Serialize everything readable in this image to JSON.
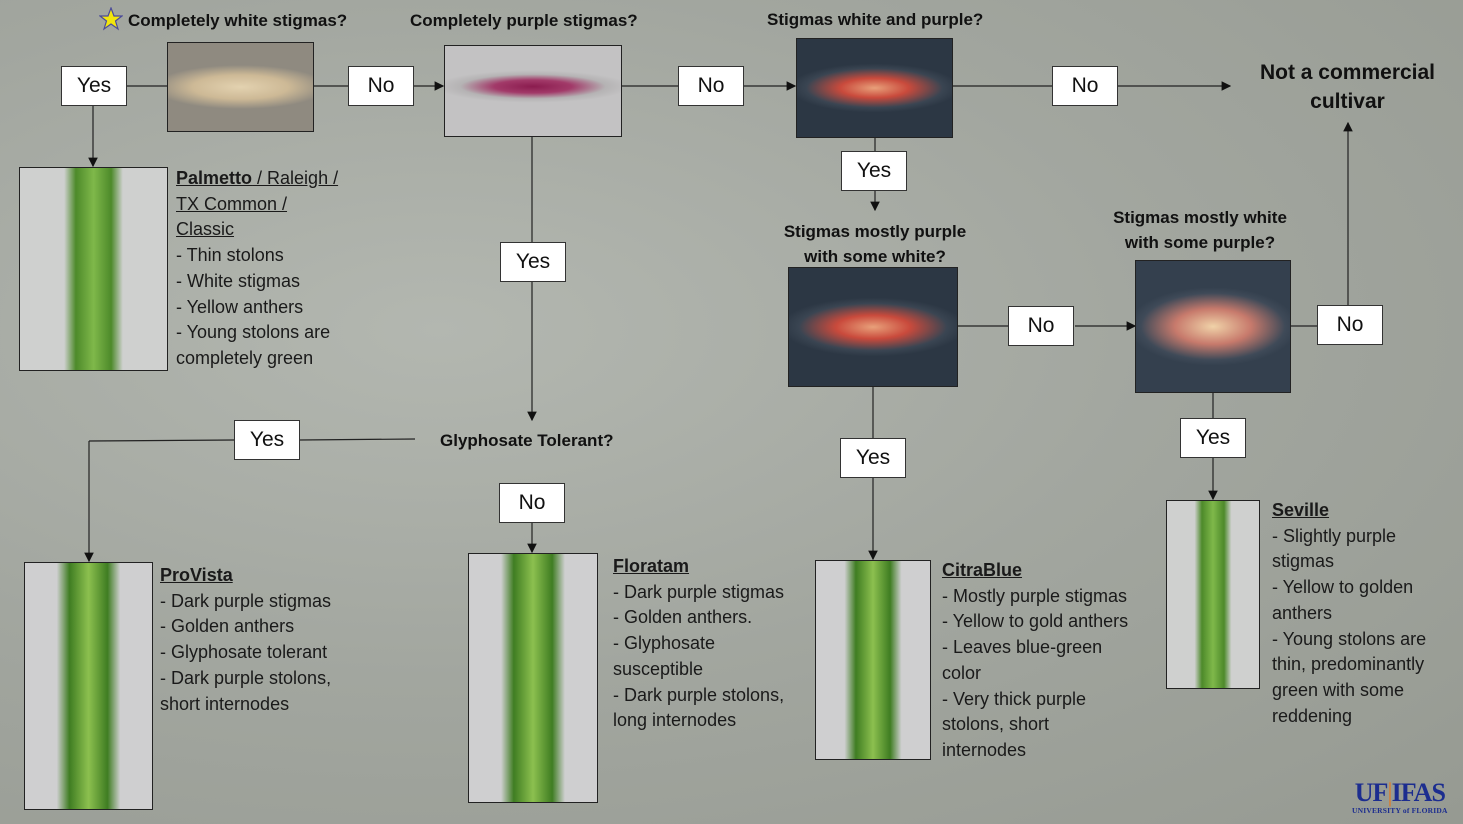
{
  "questions": {
    "q1": "Completely white stigmas?",
    "q2": "Completely purple stigmas?",
    "q3": "Stigmas white and purple?",
    "q4_line1": "Stigmas mostly purple",
    "q4_line2": "with some white?",
    "q5_line1": "Stigmas mostly white",
    "q5_line2": "with some purple?",
    "q6": "Glyphosate Tolerant?"
  },
  "answers": {
    "yes": "Yes",
    "no": "No"
  },
  "outcome": {
    "line1": "Not a commercial",
    "line2": "cultivar"
  },
  "cultivars": {
    "palmetto": {
      "title": "Palmetto",
      "alt1": " / Raleigh /",
      "alt2": "TX Common /",
      "alt3": "Classic",
      "lines": [
        "- Thin stolons",
        "- White stigmas",
        "- Yellow anthers",
        "- Young stolons are",
        "completely green"
      ]
    },
    "provista": {
      "title": "ProVista",
      "lines": [
        "- Dark purple stigmas",
        "- Golden anthers",
        "- Glyphosate tolerant",
        "-  Dark purple stolons,",
        "short internodes"
      ]
    },
    "floratam": {
      "title": "Floratam",
      "lines": [
        "- Dark purple stigmas",
        "- Golden anthers.",
        "- Glyphosate",
        "susceptible",
        "- Dark purple stolons,",
        "long internodes"
      ]
    },
    "citrablue": {
      "title": "CitraBlue",
      "lines": [
        "- Mostly purple stigmas",
        "- Yellow to gold anthers",
        "- Leaves blue-green",
        "color",
        "- Very thick purple",
        "stolons, short",
        "internodes"
      ]
    },
    "seville": {
      "title": "Seville",
      "lines": [
        "- Slightly purple",
        "stigmas",
        "- Yellow to golden",
        "anthers",
        "- Young stolons are",
        "thin, predominantly",
        "green with some",
        "reddening"
      ]
    }
  },
  "logo": {
    "main_left": "UF",
    "main_right": "IFAS",
    "sub": "UNIVERSITY of FLORIDA"
  },
  "icons": {
    "star": "star-icon"
  },
  "colors": {
    "star": "#f2e60c",
    "logo": "#1c2d8f"
  }
}
